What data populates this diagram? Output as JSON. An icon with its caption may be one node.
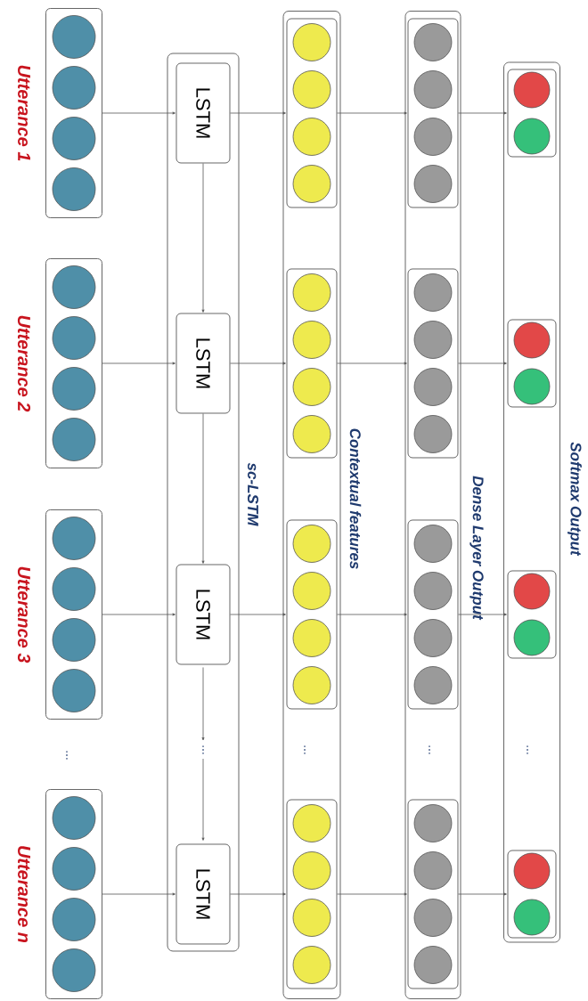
{
  "diagram": {
    "nodes": [
      {
        "text": [
          "sc-LSTM"
        ]
      },
      {
        "text": [
          "LSTM"
        ],
        "in": 0
      },
      {
        "text": [
          "LSTM"
        ],
        "in": 0
      },
      {
        "text": [
          "LSTM"
        ],
        "in": 0
      },
      {
        "text": [
          "LSTM"
        ],
        "in": 0
      },
      {
        "text": [
          "..."
        ],
        "in": 0
      },
      {
        "text": [],
        "shape": "box",
        "beside": [
          "Utterance 1"
        ]
      },
      {
        "text": [],
        "shape": "box",
        "beside": [
          "Utterance 2"
        ]
      },
      {
        "text": [],
        "shape": "box",
        "beside": [
          "Utterance 3"
        ]
      },
      {
        "text": [],
        "shape": "box",
        "beside": [
          "Utterance n"
        ]
      },
      {
        "text": [
          "Contextual features"
        ]
      },
      {
        "text": [],
        "shape": "box",
        "in": 10
      },
      {
        "text": [],
        "shape": "box",
        "in": 10
      },
      {
        "text": [],
        "shape": "box",
        "in": 10
      },
      {
        "text": [],
        "shape": "box",
        "in": 10
      },
      {
        "text": [
          "Dense Layer Output"
        ]
      },
      {
        "text": [],
        "shape": "box",
        "in": 15
      },
      {
        "text": [],
        "shape": "box",
        "in": 15
      },
      {
        "text": [],
        "shape": "box",
        "in": 15
      },
      {
        "text": [],
        "shape": "box",
        "in": 15
      },
      {
        "text": [
          "Softmax Output"
        ]
      },
      {
        "text": [],
        "shape": "box",
        "in": 20
      },
      {
        "text": [],
        "shape": "box",
        "in": 20
      },
      {
        "text": [],
        "shape": "box",
        "in": 20
      },
      {
        "text": [],
        "shape": "box",
        "in": 20
      }
    ],
    "edges": [
      {
        "from": 6,
        "to": 1,
        "arrow": "to"
      },
      {
        "from": 7,
        "to": 2,
        "arrow": "to"
      },
      {
        "from": 8,
        "to": 3,
        "arrow": "to"
      },
      {
        "from": 9,
        "to": 4,
        "arrow": "to"
      },
      {
        "from": 1,
        "to": 2,
        "arrow": "to"
      },
      {
        "from": 2,
        "to": 3,
        "arrow": "to"
      },
      {
        "from": 3,
        "to": 5,
        "arrow": "to"
      },
      {
        "from": 5,
        "to": 4,
        "arrow": "to"
      },
      {
        "from": 1,
        "to": 11,
        "arrow": "to"
      },
      {
        "from": 2,
        "to": 12,
        "arrow": "to"
      },
      {
        "from": 3,
        "to": 13,
        "arrow": "to"
      },
      {
        "from": 4,
        "to": 14,
        "arrow": "to"
      },
      {
        "from": 11,
        "to": 16,
        "arrow": "to"
      },
      {
        "from": 12,
        "to": 17,
        "arrow": "to"
      },
      {
        "from": 13,
        "to": 18,
        "arrow": "to"
      },
      {
        "from": 14,
        "to": 19,
        "arrow": "to"
      },
      {
        "from": 16,
        "to": 21,
        "arrow": "to"
      },
      {
        "from": 17,
        "to": 22,
        "arrow": "to"
      },
      {
        "from": 18,
        "to": 23,
        "arrow": "to"
      },
      {
        "from": 19,
        "to": 24,
        "arrow": "to"
      }
    ],
    "labels": [
      "...",
      "...",
      "...",
      "..."
    ]
  }
}
